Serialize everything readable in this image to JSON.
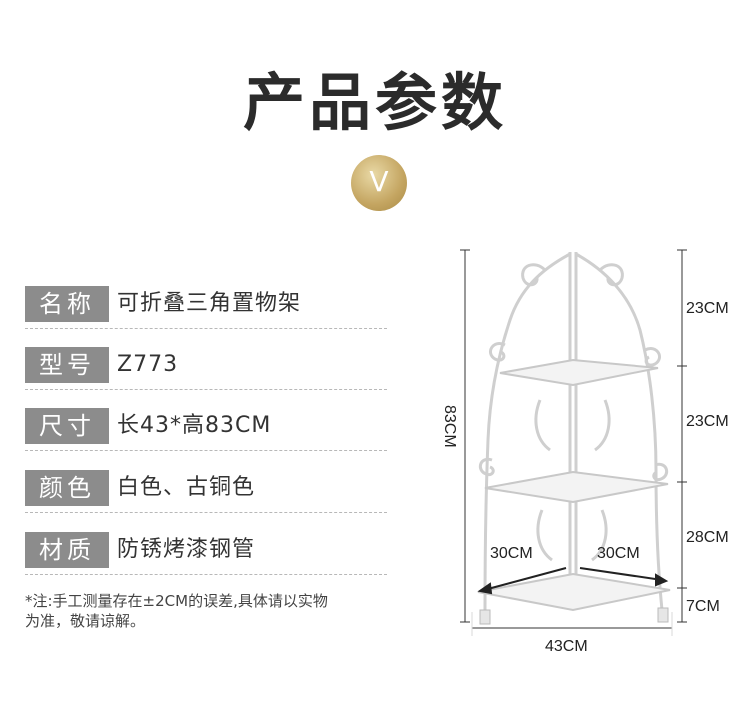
{
  "title": "产品参数",
  "badge": "V",
  "specs": [
    {
      "label": "名称",
      "value": "可折叠三角置物架"
    },
    {
      "label": "型号",
      "value": "Z773"
    },
    {
      "label": "尺寸",
      "value": "长43*高83CM"
    },
    {
      "label": "颜色",
      "value": "白色、古铜色"
    },
    {
      "label": "材质",
      "value": "防锈烤漆钢管"
    }
  ],
  "note": {
    "line1": "*注:手工测量存在±2CM的误差,具体请以实物",
    "line2": "为准，敬请谅解。"
  },
  "dimensions": {
    "total_height": "83CM",
    "tier1": "23CM",
    "tier2": "23CM",
    "tier3": "28CM",
    "foot": "7CM",
    "side_left": "30CM",
    "side_right": "30CM",
    "width": "43CM"
  },
  "colors": {
    "label_bg": "#8c8c8c",
    "badge_gold": "#c4a561"
  }
}
